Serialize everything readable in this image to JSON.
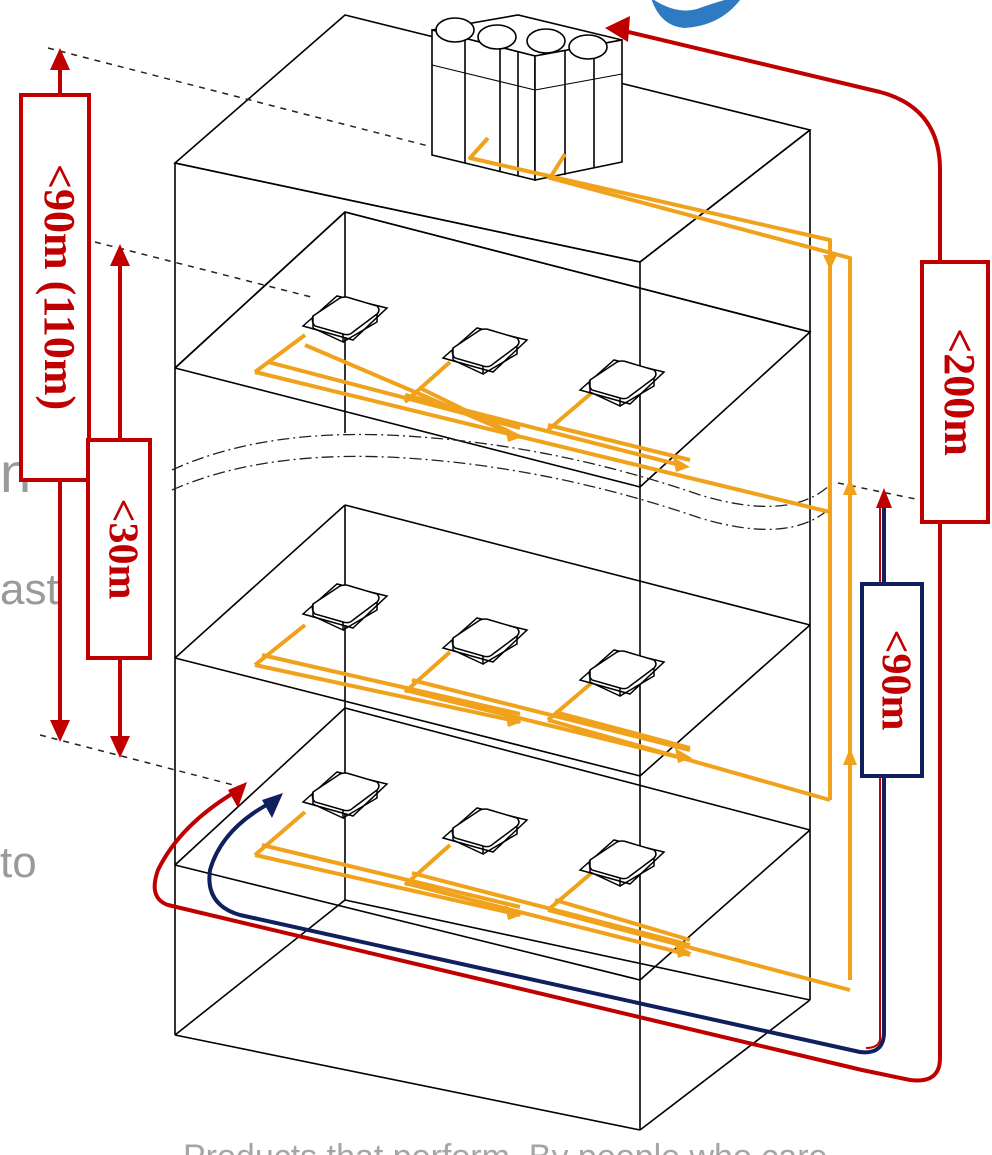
{
  "dimensions": {
    "outdoor_to_lowest_indoor": "<90m (110m)",
    "indoor_to_indoor": "<30m",
    "total_pipe_length": "<200m",
    "first_branch_to_farthest": "<90m"
  },
  "background_fragments": {
    "heading_tail": "n",
    "line_tail_1": "ast",
    "line_tail_2": "to",
    "footer_tagline": "Products that perform. By people who care."
  },
  "colors": {
    "refrigerant_pipe": "#F0A21C",
    "max_length_line": "#C00000",
    "branch_length_line": "#10205F",
    "building_outline": "#000000",
    "faded_text": "#9a9a9a"
  },
  "icons": {
    "outdoor_unit": "vrf-outdoor-unit-icon",
    "indoor_unit": "cassette-indoor-unit-icon",
    "fan_logo": "fan-blade-icon"
  }
}
